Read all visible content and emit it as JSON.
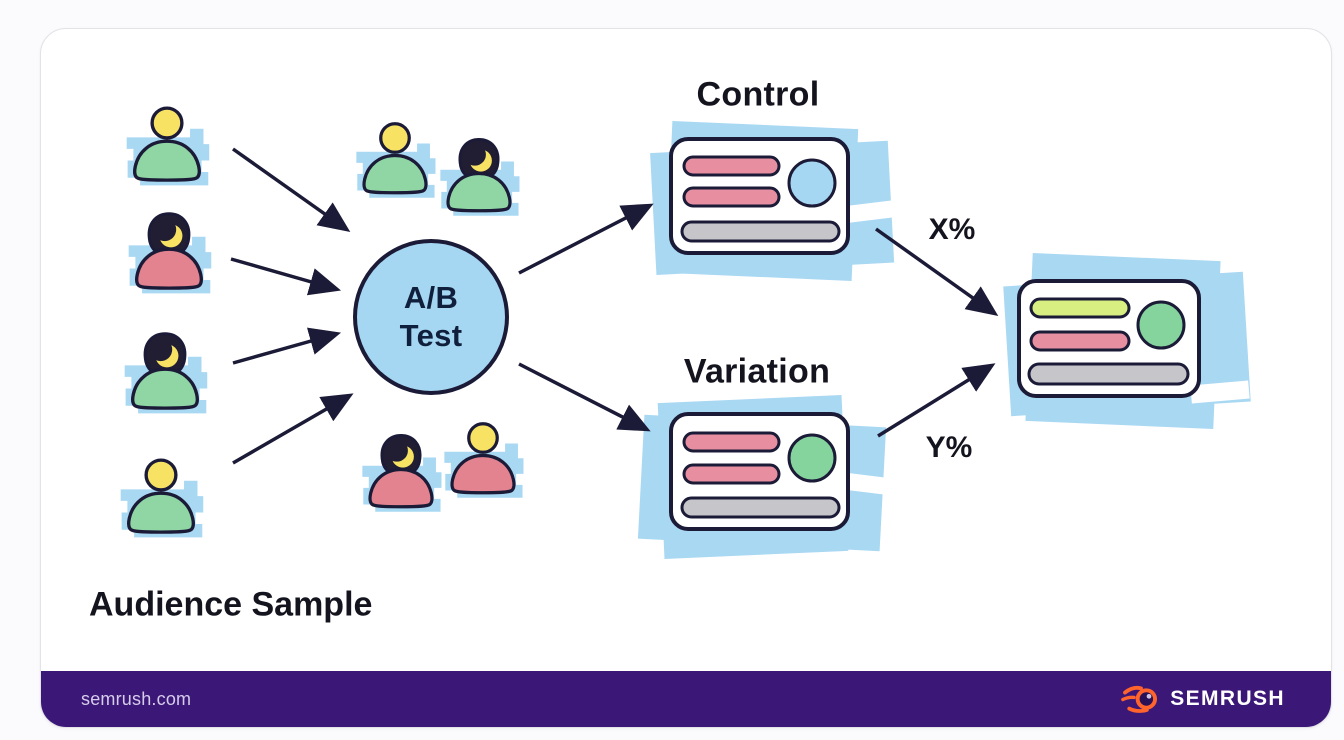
{
  "diagram": {
    "ab_test_line1": "A/B",
    "ab_test_line2": "Test",
    "control_label": "Control",
    "variation_label": "Variation",
    "control_result": "X%",
    "variation_result": "Y%",
    "audience_label": "Audience Sample"
  },
  "footer": {
    "site": "semrush.com",
    "brand": "SEMRUSH"
  },
  "icons": {
    "brand_icon": "semrush-comet-icon",
    "audience_icons": "person-icon",
    "node_icon": "ab-test-circle"
  },
  "palette": {
    "highlight_blue": "#a9d8f3",
    "person_green": "#90d6a5",
    "person_red": "#e2838f",
    "skin_yellow": "#f7e264",
    "hair_dark": "#211d33",
    "outline_navy": "#1b1b38",
    "bar_pink": "#e78fa0",
    "bar_gray": "#c6c5ca",
    "bar_lime": "#d9ee80",
    "circle_blue": "#a5d6f2",
    "circle_green": "#85d49e",
    "footer_purple": "#3b1877",
    "footer_text": "#d6cdeb",
    "logo_orange": "#ff642d",
    "title_text": "#14141f"
  }
}
